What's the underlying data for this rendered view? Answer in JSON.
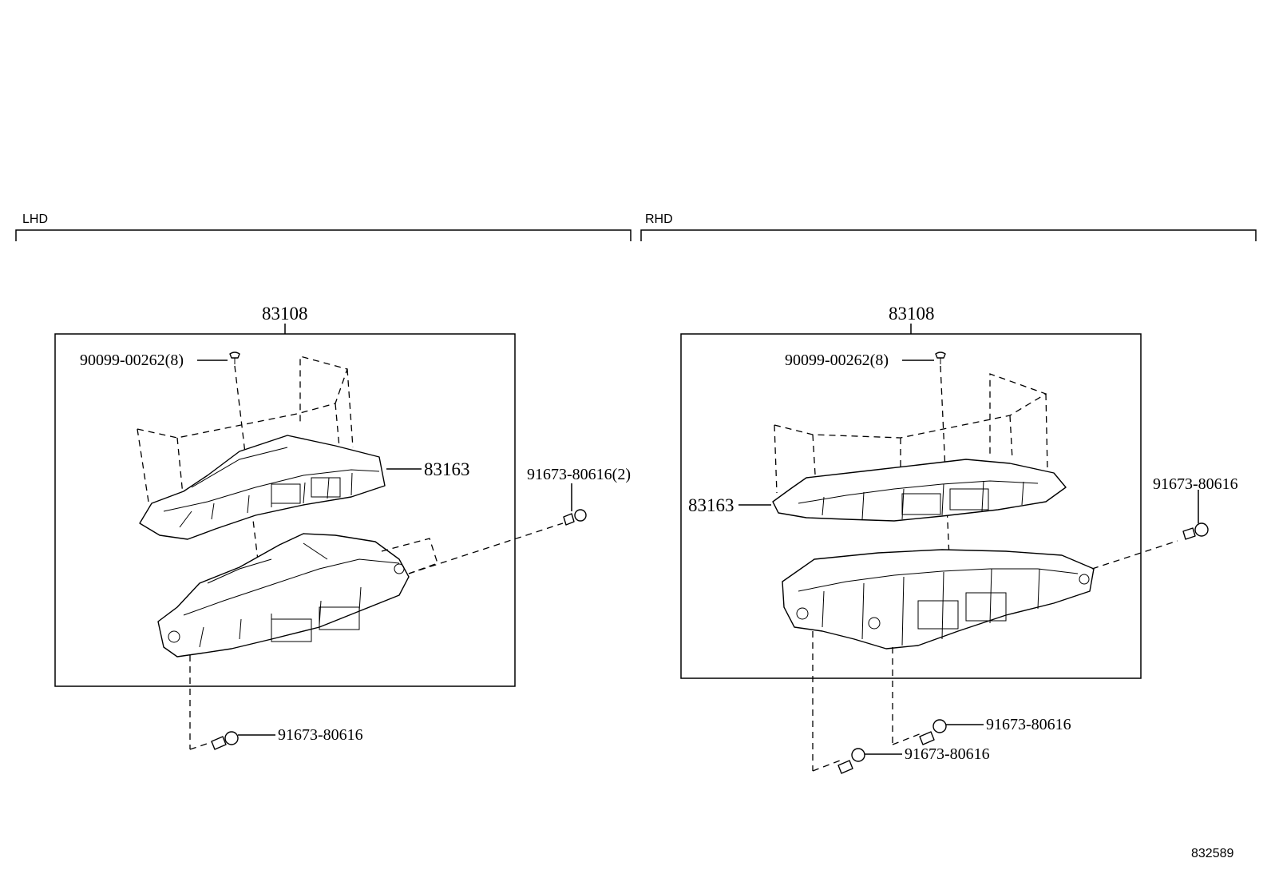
{
  "sections": {
    "lhd": {
      "label": "LHD",
      "assembly": "83108",
      "screw": "90099-00262(8)",
      "cover": "83163",
      "bolt_side": "91673-80616(2)",
      "bolt_bottom": "91673-80616"
    },
    "rhd": {
      "label": "RHD",
      "assembly": "83108",
      "screw": "90099-00262(8)",
      "cover": "83163",
      "bolt_side": "91673-80616",
      "bolt_bottom_1": "91673-80616",
      "bolt_bottom_2": "91673-80616"
    }
  },
  "figure_id": "832589"
}
